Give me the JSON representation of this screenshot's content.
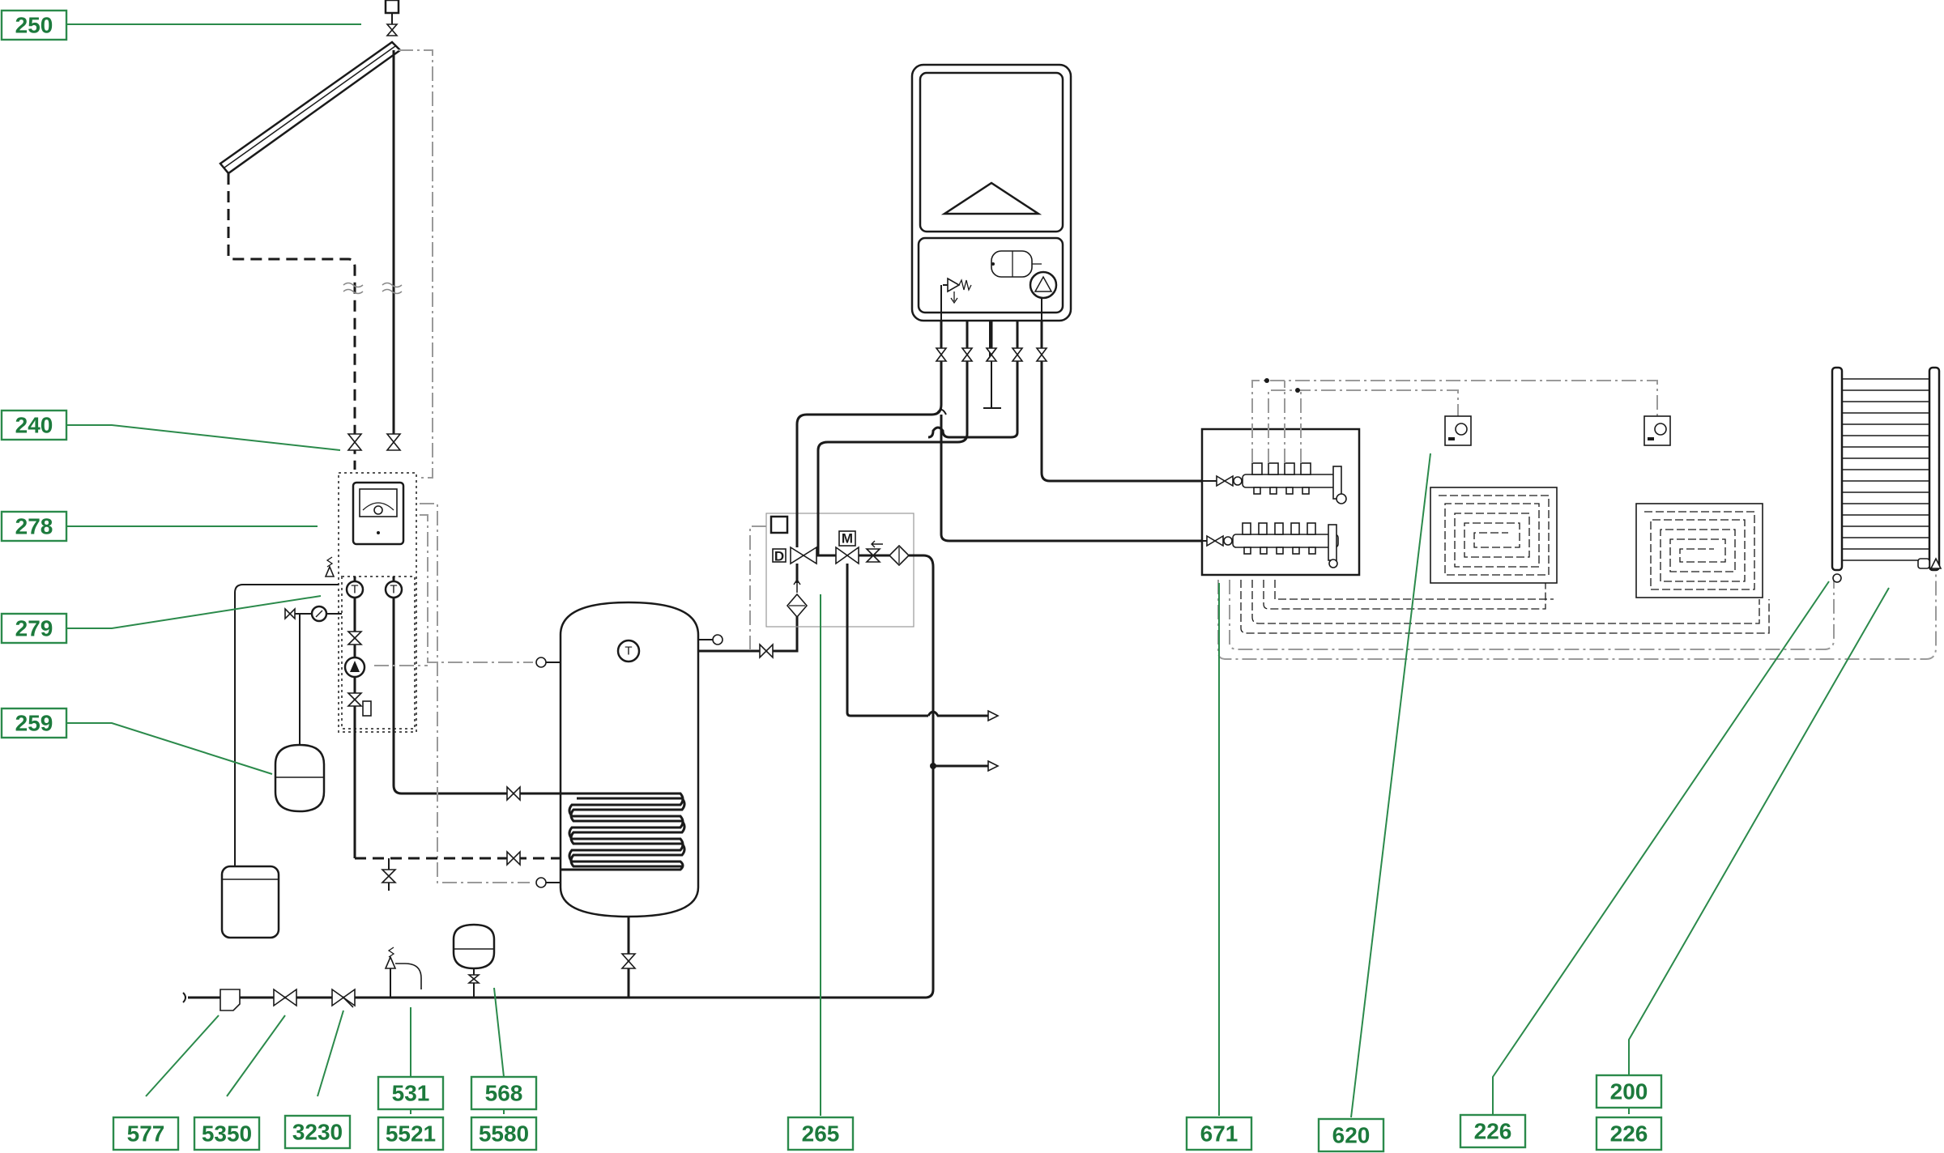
{
  "labels": {
    "l250": "250",
    "l240": "240",
    "l278": "278",
    "l279": "279",
    "l259": "259",
    "l577": "577",
    "l5350": "5350",
    "l3230": "3230",
    "l531": "531",
    "l5521": "5521",
    "l568": "568",
    "l5580": "5580",
    "l265": "265",
    "l671": "671",
    "l620": "620",
    "l226a": "226",
    "l200": "200",
    "l226b": "226"
  },
  "symbols": {
    "temp": "T",
    "mixer_d": "D",
    "motor_m": "M"
  },
  "colors": {
    "label_green": "#2b8a4b",
    "pipe": "#1a1a1a",
    "control_line": "#9a9a9a"
  }
}
